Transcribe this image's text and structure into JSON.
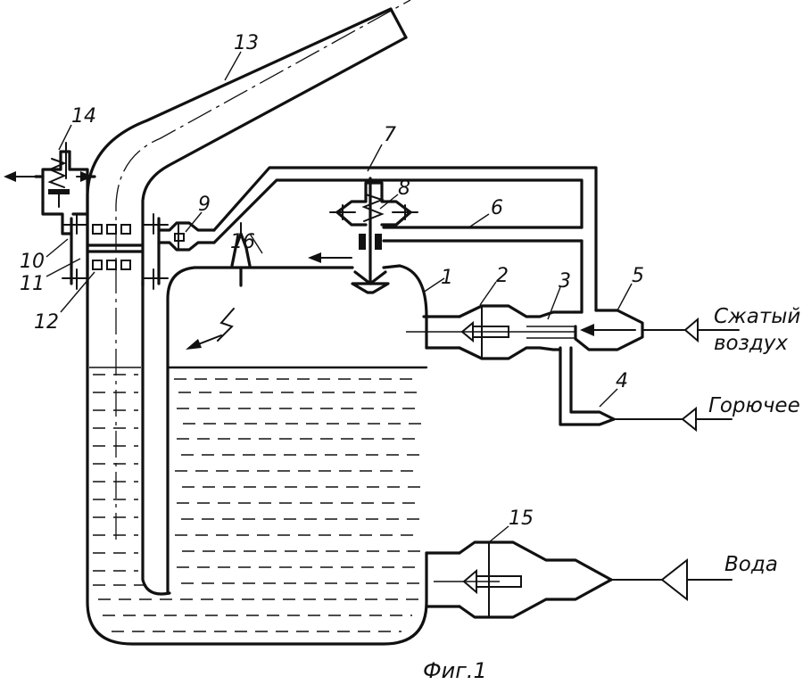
{
  "labels": {
    "l1": "1",
    "l2": "2",
    "l3": "3",
    "l4": "4",
    "l5": "5",
    "l6": "6",
    "l7": "7",
    "l8": "8",
    "l9": "9",
    "l10": "10",
    "l11": "11",
    "l12": "12",
    "l13": "13",
    "l14": "14",
    "l15": "15",
    "l16": "16"
  },
  "inputs": {
    "air_line1": "Сжатый",
    "air_line2": "воздух",
    "fuel": "Горючее",
    "water": "Вода"
  },
  "caption": "Фиг.1"
}
